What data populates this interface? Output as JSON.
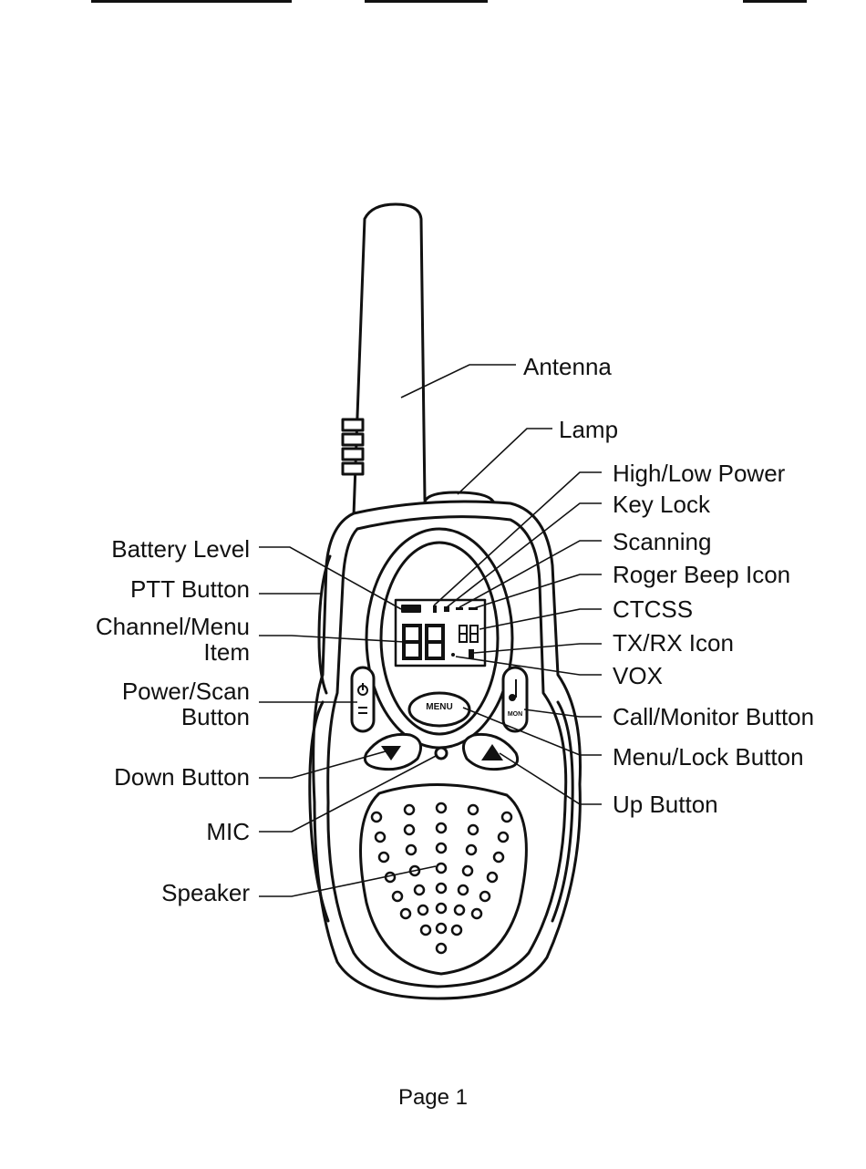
{
  "diagram": {
    "labels": {
      "antenna": "Antenna",
      "lamp": "Lamp",
      "high_low_power": "High/Low Power",
      "key_lock": "Key Lock",
      "scanning": "Scanning",
      "roger_beep_icon": "Roger Beep Icon",
      "ctcss": "CTCSS",
      "tx_rx_icon": "TX/RX Icon",
      "vox": "VOX",
      "call_monitor_button": "Call/Monitor Button",
      "menu_lock_button": "Menu/Lock Button",
      "up_button": "Up Button",
      "battery_level": "Battery Level",
      "ptt_button": "PTT Button",
      "channel_menu_item_line1": "Channel/Menu",
      "channel_menu_item_line2": "Item",
      "power_scan_button_line1": "Power/Scan",
      "power_scan_button_line2": "Button",
      "down_button": "Down Button",
      "mic": "MIC",
      "speaker": "Speaker"
    },
    "device_markings": {
      "menu_key": "MENU",
      "mon_key": "MON",
      "lcd_main_digits": "88",
      "lcd_small_digits": "88"
    }
  },
  "footer": {
    "page_label": "Page 1"
  }
}
